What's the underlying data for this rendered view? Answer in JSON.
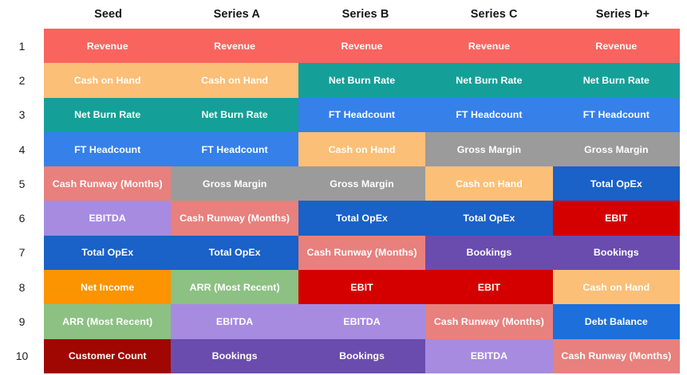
{
  "table": {
    "row_number_header": "",
    "columns": [
      "Seed",
      "Series A",
      "Series B",
      "Series C",
      "Series D+"
    ],
    "row_numbers": [
      "1",
      "2",
      "3",
      "4",
      "5",
      "6",
      "7",
      "8",
      "9",
      "10"
    ],
    "rows": [
      {
        "number": "1",
        "cells": [
          {
            "label": "Revenue",
            "color": "#f9645f"
          },
          {
            "label": "Revenue",
            "color": "#f9645f"
          },
          {
            "label": "Revenue",
            "color": "#f9645f"
          },
          {
            "label": "Revenue",
            "color": "#f9645f"
          },
          {
            "label": "Revenue",
            "color": "#f9645f"
          }
        ]
      },
      {
        "number": "2",
        "cells": [
          {
            "label": "Cash on Hand",
            "color": "#fbbf77"
          },
          {
            "label": "Cash on Hand",
            "color": "#fbbf77"
          },
          {
            "label": "Net Burn Rate",
            "color": "#14a098"
          },
          {
            "label": "Net Burn Rate",
            "color": "#14a098"
          },
          {
            "label": "Net Burn Rate",
            "color": "#14a098"
          }
        ]
      },
      {
        "number": "3",
        "cells": [
          {
            "label": "Net Burn Rate",
            "color": "#14a098"
          },
          {
            "label": "Net Burn Rate",
            "color": "#14a098"
          },
          {
            "label": "FT Headcount",
            "color": "#3680ea"
          },
          {
            "label": "FT Headcount",
            "color": "#3680ea"
          },
          {
            "label": "FT Headcount",
            "color": "#3680ea"
          }
        ]
      },
      {
        "number": "4",
        "cells": [
          {
            "label": "FT Headcount",
            "color": "#3680ea"
          },
          {
            "label": "FT Headcount",
            "color": "#3680ea"
          },
          {
            "label": "Cash on Hand",
            "color": "#fbbf77"
          },
          {
            "label": "Gross Margin",
            "color": "#9b9b9b"
          },
          {
            "label": "Gross Margin",
            "color": "#9b9b9b"
          }
        ]
      },
      {
        "number": "5",
        "cells": [
          {
            "label": "Cash Runway (Months)",
            "color": "#e8807d"
          },
          {
            "label": "Gross Margin",
            "color": "#9b9b9b"
          },
          {
            "label": "Gross Margin",
            "color": "#9b9b9b"
          },
          {
            "label": "Cash on Hand",
            "color": "#fbbf77"
          },
          {
            "label": "Total OpEx",
            "color": "#1a61c8"
          }
        ]
      },
      {
        "number": "6",
        "cells": [
          {
            "label": "EBITDA",
            "color": "#a78be0"
          },
          {
            "label": "Cash Runway (Months)",
            "color": "#e8807d"
          },
          {
            "label": "Total OpEx",
            "color": "#1a61c8"
          },
          {
            "label": "Total OpEx",
            "color": "#1a61c8"
          },
          {
            "label": "EBIT",
            "color": "#d40000"
          }
        ]
      },
      {
        "number": "7",
        "cells": [
          {
            "label": "Total OpEx",
            "color": "#1a61c8"
          },
          {
            "label": "Total OpEx",
            "color": "#1a61c8"
          },
          {
            "label": "Cash Runway (Months)",
            "color": "#e8807d"
          },
          {
            "label": "Bookings",
            "color": "#6a4cae"
          },
          {
            "label": "Bookings",
            "color": "#6a4cae"
          }
        ]
      },
      {
        "number": "8",
        "cells": [
          {
            "label": "Net Income",
            "color": "#fb9400"
          },
          {
            "label": "ARR (Most Recent)",
            "color": "#8cc183"
          },
          {
            "label": "EBIT",
            "color": "#d40000"
          },
          {
            "label": "EBIT",
            "color": "#d40000"
          },
          {
            "label": "Cash on Hand",
            "color": "#fbbf77"
          }
        ]
      },
      {
        "number": "9",
        "cells": [
          {
            "label": "ARR (Most Recent)",
            "color": "#8cc183"
          },
          {
            "label": "EBITDA",
            "color": "#a78be0"
          },
          {
            "label": "EBITDA",
            "color": "#a78be0"
          },
          {
            "label": "Cash Runway (Months)",
            "color": "#e8807d"
          },
          {
            "label": "Debt Balance",
            "color": "#1d6fdb"
          }
        ]
      },
      {
        "number": "10",
        "cells": [
          {
            "label": "Customer Count",
            "color": "#a00703"
          },
          {
            "label": "Bookings",
            "color": "#6a4cae"
          },
          {
            "label": "Bookings",
            "color": "#6a4cae"
          },
          {
            "label": "EBITDA",
            "color": "#a78be0"
          },
          {
            "label": "Cash Runway (Months)",
            "color": "#e8807d"
          }
        ]
      }
    ]
  }
}
